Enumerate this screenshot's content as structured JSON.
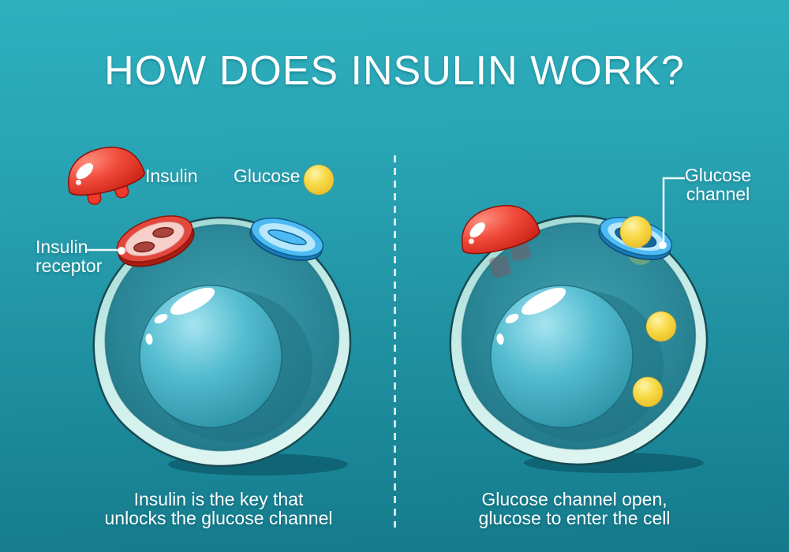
{
  "title": "HOW DOES INSULIN WORK?",
  "legend": {
    "insulin": "Insulin",
    "glucose": "Glucose"
  },
  "left_panel": {
    "receptor_label": {
      "line1": "Insulin",
      "line2": "receptor"
    },
    "caption": {
      "line1": "Insulin is the key that",
      "line2": "unlocks the glucose channel"
    }
  },
  "right_panel": {
    "channel_label": {
      "line1": "Glucose",
      "line2": "channel"
    },
    "caption": {
      "line1": "Glucose channel open,",
      "line2": "glucose to enter the cell"
    }
  },
  "colors": {
    "bg_top": "#2eb0bf",
    "bg_bottom": "#147a8b",
    "text": "#ffffff",
    "insulin_red": "#ee392c",
    "glucose_yellow": "#f8d944",
    "channel_blue": "#4cbbf3",
    "membrane_mint": "#c7ece8",
    "cytoplasm_teal": "#2d8a9a",
    "nucleus_cyan": "#55bdd1",
    "shadow_teal": "#0c5d6d"
  }
}
